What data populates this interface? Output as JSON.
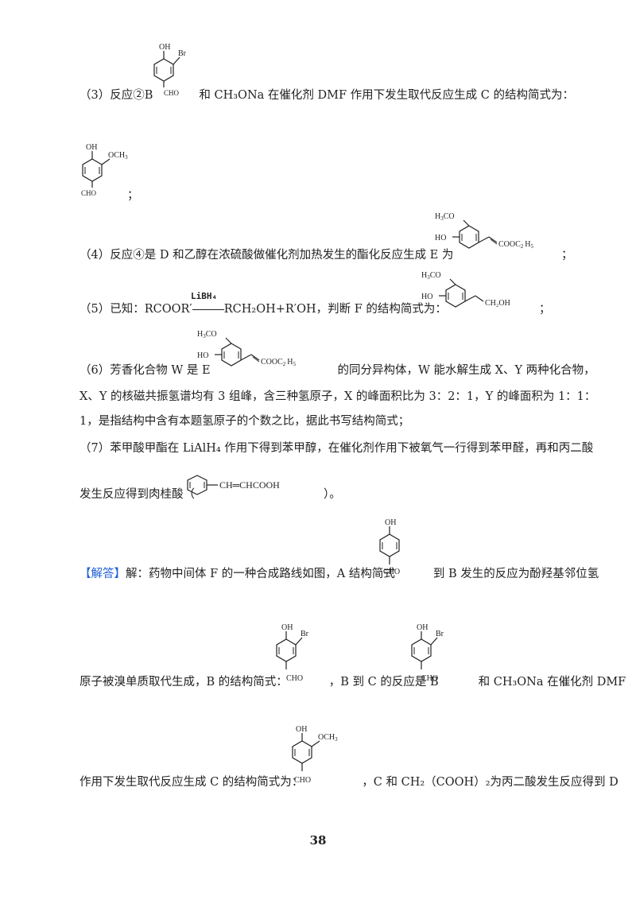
{
  "labels": {
    "OH": "OH",
    "Br": "Br",
    "CHO": "CHO",
    "OCH3": "OCH",
    "OCH3_sub": "3",
    "H3CO_a": "H",
    "H3CO_b": "3",
    "H3CO_c": "CO",
    "HO": "HO",
    "COOC2H5_a": "COOC",
    "COOC2H5_b": "2",
    "COOC2H5_c": "H",
    "COOC2H5_d": "5",
    "CH2OH": "CH₂OH",
    "CH_eq_CHCOOH": "CH═CHCOOH"
  },
  "q3": {
    "prefix": "（3）反应②B",
    "suffix": "和 CH₃ONa 在催化剂 DMF 作用下发生取代反应生成 C 的结构简式为："
  },
  "semicolon": "；",
  "q4": {
    "prefix": "（4）反应④是 D 和乙醇在浓硫酸做催化剂加热发生的酯化反应生成 E 为",
    "suffix": "；"
  },
  "q5": {
    "prefix": "（5）已知：RCOOR′",
    "arrow_label": "LiBH₄",
    "middle": "RCH₂OH+R′OH，判断 F 的结构简式为：",
    "suffix": "；"
  },
  "q6": {
    "prefix": "（6）芳香化合物 W 是 E",
    "suffix": "的同分异构体，W 能水解生成 X、Y 两种化合物，",
    "line2": "X、Y 的核磁共振氢谱均有 3 组峰，含三种氢原子，X 的峰面积比为 3：2：1，Y 的峰面积为 1：1：",
    "line3": "1，是指结构中含有本题氢原子的个数之比，据此书写结构简式；"
  },
  "q7": {
    "line1": "（7）苯甲酸甲酯在 LiAlH₄ 作用下得到苯甲醇，在催化剂作用下被氧气一行得到苯甲醛，再和丙二酸",
    "line2_prefix": "发生反应得到肉桂酸（",
    "line2_suffix": "）。"
  },
  "answer": {
    "tag": "【解答】",
    "line1_prefix": "解：药物中间体 F 的一种合成路线如图，A 结构简式",
    "line1_suffix": "到 B 发生的反应为酚羟基邻位氢",
    "line2_a": "原子被溴单质取代生成，B 的结构简式：",
    "line2_b": "，B 到 C 的反应是 B",
    "line2_c": "和 CH₃ONa 在催化剂 DMF",
    "line3_prefix": "作用下发生取代反应生成 C 的结构简式为：",
    "line3_suffix": "，C 和 CH₂（COOH）₂为丙二酸发生反应得到 D"
  },
  "page_number": "38"
}
